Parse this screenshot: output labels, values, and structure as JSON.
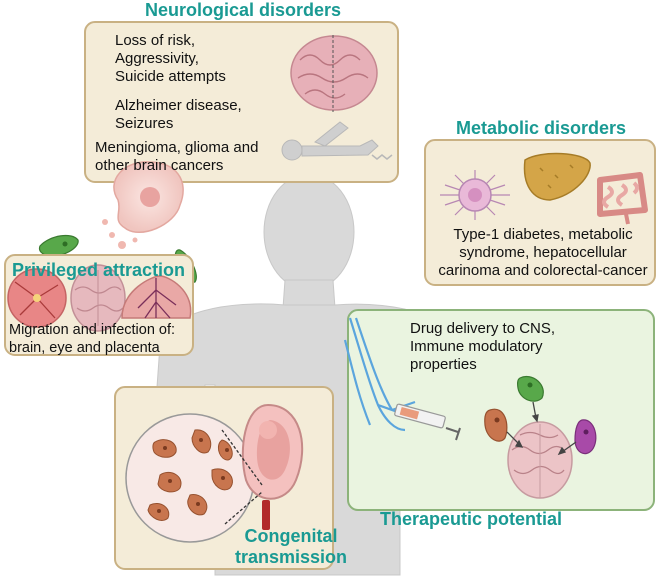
{
  "neuro": {
    "title": "Neurological disorders",
    "item1": "Loss of risk,\nAggressivity,\nSuicide attempts",
    "item2": "Alzheimer disease,\nSeizures",
    "item3": "Meningioma, glioma and\nother brain cancers"
  },
  "metabolic": {
    "title": "Metabolic disorders",
    "text": "Type-1 diabetes, metabolic\nsyndrome, hepatocellular\ncarinoma and colorectal-cancer"
  },
  "privileged": {
    "title": "Privileged attraction",
    "text": "Migration and infection of:\nbrain, eye and placenta"
  },
  "therapeutic": {
    "title": "Therapeutic potential",
    "text": "Drug delivery to CNS,\nImmune modulatory\nproperties"
  },
  "congenital": {
    "title": "Congenital\ntransmission"
  },
  "colors": {
    "title_teal": "#1a9a93",
    "box_fill": "#f4ecd8",
    "box_border": "#c9b183",
    "green_box_fill": "#eaf4e0",
    "green_box_border": "#8cb37a",
    "parasite_orange": "#c8754e",
    "parasite_green": "#58a84a",
    "parasite_purple": "#a84aa8"
  },
  "icons": [
    "brain-icon",
    "lying-person-icon",
    "tumor-cell-icon",
    "liver-icon",
    "intestine-icon",
    "retina-icon",
    "placenta-icon",
    "syringe-icon",
    "fetus-icon",
    "parasite-icon",
    "macrophage-icon",
    "human-body-icon"
  ]
}
